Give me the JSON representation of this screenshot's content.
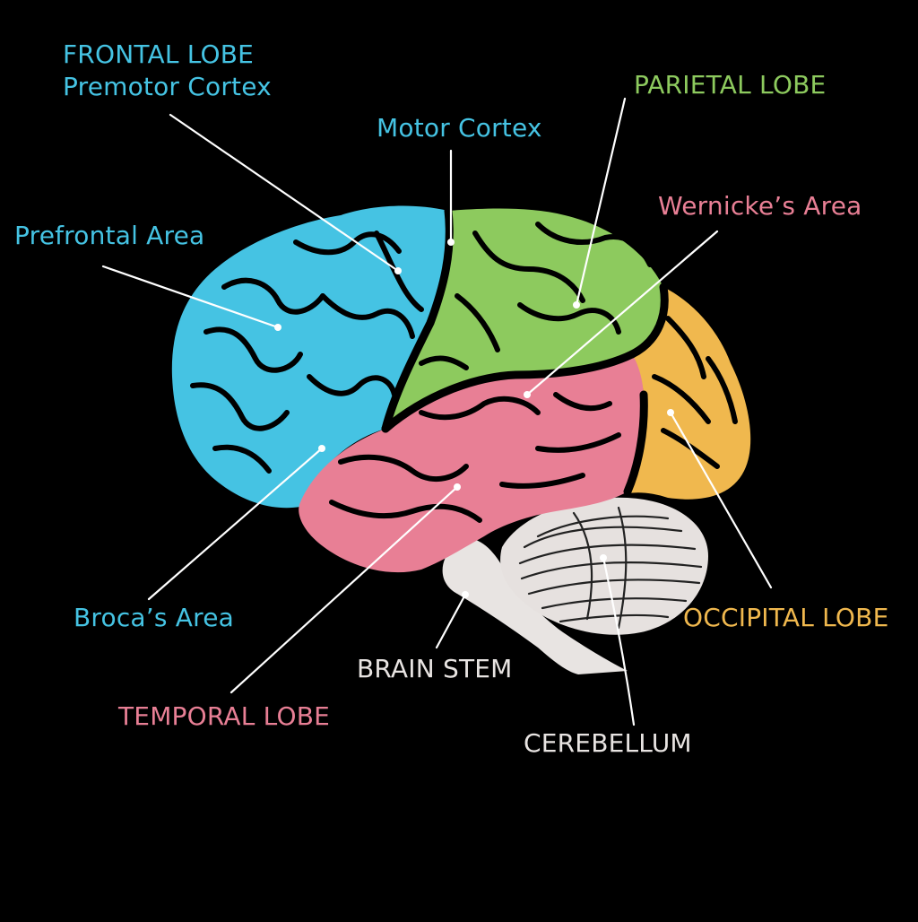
{
  "colors": {
    "background": "#000000",
    "frontal": "#45c3e3",
    "parietal": "#8dca5e",
    "temporal": "#e87f95",
    "occipital": "#f0b84e",
    "cerebellum": "#e6e1df",
    "brainstem": "#e8e4e2",
    "leader": "#ffffff"
  },
  "labels": {
    "frontal_lobe": "FRONTAL LOBE",
    "premotor_cortex": "Premotor Cortex",
    "motor_cortex": "Motor Cortex",
    "parietal_lobe": "PARIETAL LOBE",
    "wernickes_area": "Wernicke’s Area",
    "prefrontal_area": "Prefrontal Area",
    "brocas_area": "Broca’s Area",
    "occipital_lobe": "OCCIPITAL LOBE",
    "brain_stem": "BRAIN STEM",
    "temporal_lobe": "TEMPORAL LOBE",
    "cerebellum": "CEREBELLUM"
  }
}
